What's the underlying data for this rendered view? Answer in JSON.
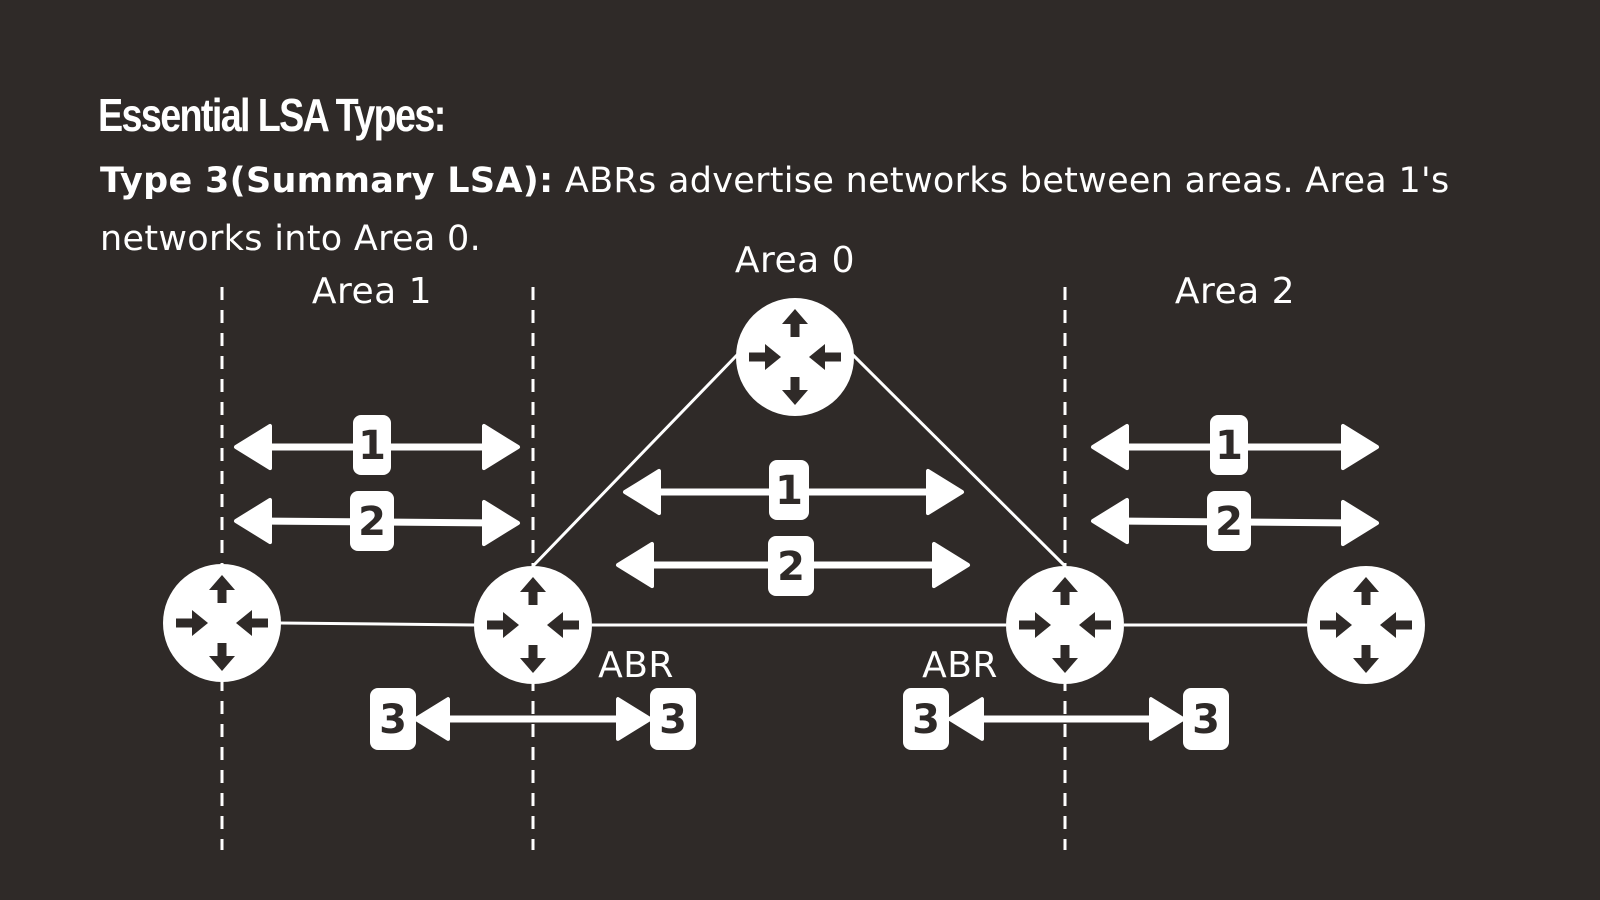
{
  "heading": "Essential LSA Types:",
  "description": {
    "lead": "Type 3(Summary LSA):",
    "text": " ABRs advertise networks between areas. Area 1's networks into Area 0."
  },
  "labels": {
    "area0": "Area 0",
    "area1": "Area 1",
    "area2": "Area 2",
    "abr_left": "ABR",
    "abr_right": "ABR"
  },
  "lsa_badges": {
    "area1_type1": "1",
    "area1_type2": "2",
    "area0_type1": "1",
    "area0_type2": "2",
    "area2_type1": "1",
    "area2_type2": "2",
    "abr_left_type3_a": "3",
    "abr_left_type3_b": "3",
    "abr_right_type3_a": "3",
    "abr_right_type3_b": "3"
  },
  "icons": {
    "router": "router-icon",
    "arrow": "double-arrow-icon"
  },
  "colors": {
    "background": "#2f2a28",
    "foreground": "#ffffff"
  }
}
